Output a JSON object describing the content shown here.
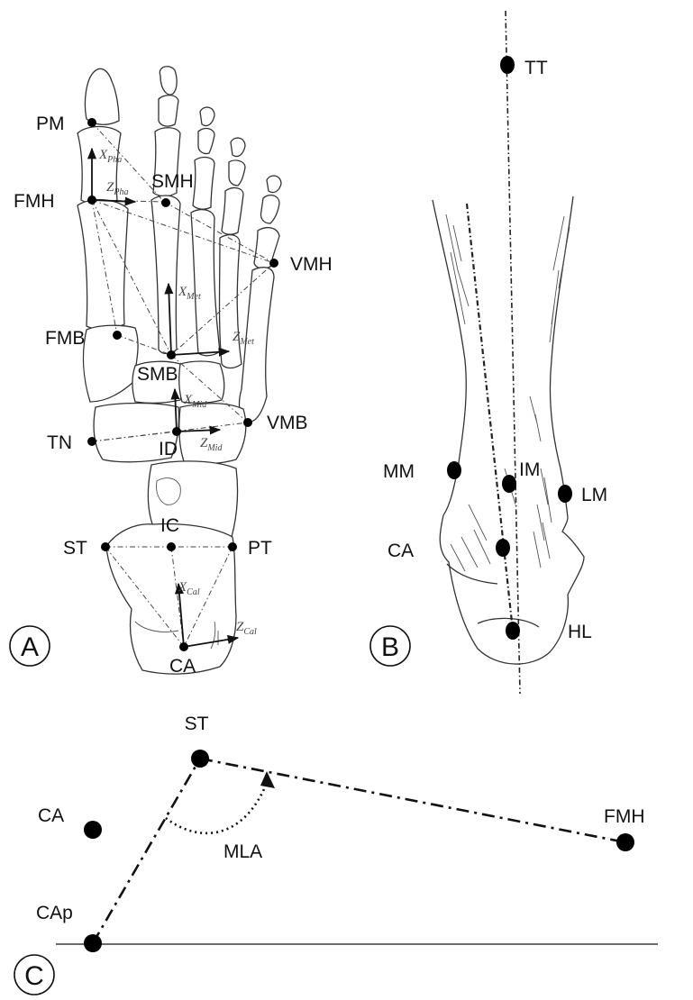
{
  "panels": {
    "a": {
      "letter": "A"
    },
    "b": {
      "letter": "B"
    },
    "c": {
      "letter": "C"
    }
  },
  "panel_a": {
    "landmarks": {
      "pm": "PM",
      "fmh": "FMH",
      "smh": "SMH",
      "vmh": "VMH",
      "fmb": "FMB",
      "smb": "SMB",
      "vmb": "VMB",
      "tn": "TN",
      "id": "ID",
      "st": "ST",
      "ic": "IC",
      "pt": "PT",
      "ca": "CA"
    },
    "axes": {
      "x_pha": {
        "base": "X",
        "sub": "Pha"
      },
      "z_pha": {
        "base": "Z",
        "sub": "Pha"
      },
      "x_met": {
        "base": "X",
        "sub": "Met"
      },
      "z_met": {
        "base": "Z",
        "sub": "Met"
      },
      "x_mid": {
        "base": "X",
        "sub": "Mid"
      },
      "z_mid": {
        "base": "Z",
        "sub": "Mid"
      },
      "x_cal": {
        "base": "X",
        "sub": "Cal"
      },
      "z_cal": {
        "base": "Z",
        "sub": "Cal"
      }
    }
  },
  "panel_b": {
    "landmarks": {
      "tt": "TT",
      "mm": "MM",
      "im": "IM",
      "lm": "LM",
      "ca": "CA",
      "hl": "HL"
    }
  },
  "panel_c": {
    "landmarks": {
      "st": "ST",
      "ca": "CA",
      "fmh": "FMH",
      "cap": "CAp"
    },
    "angle": "MLA"
  }
}
